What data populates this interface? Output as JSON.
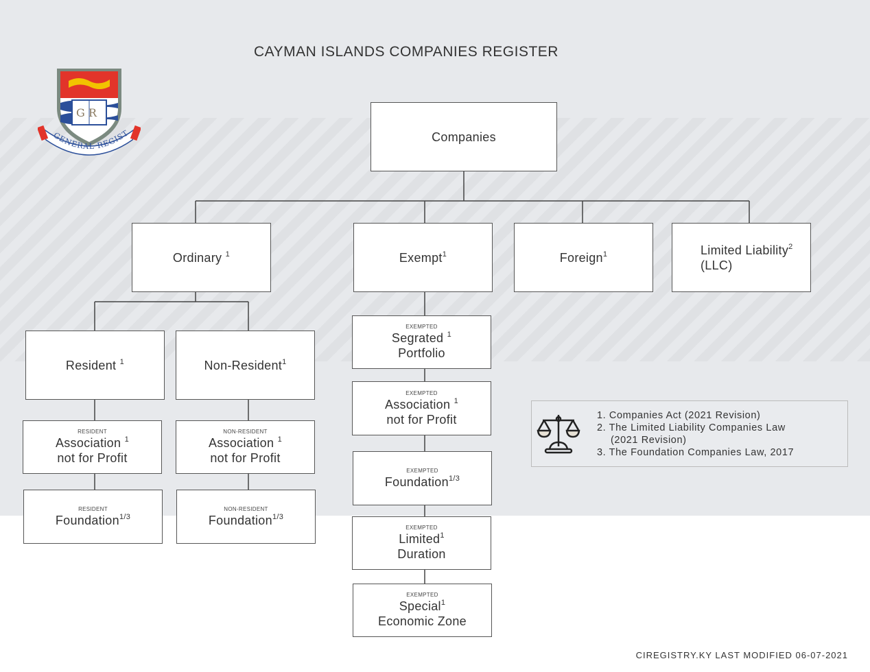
{
  "title": "CAYMAN ISLANDS COMPANIES REGISTER",
  "logo": {
    "initials": "GR",
    "motto": "GENERAL REGISTRY"
  },
  "nodes": {
    "companies": {
      "label": "Companies"
    },
    "ordinary": {
      "label": "Ordinary",
      "sup": "1"
    },
    "exempt": {
      "label": "Exempt",
      "sup": "1"
    },
    "foreign": {
      "label": "Foreign",
      "sup": "1"
    },
    "llc": {
      "label": "Limited Liability",
      "label2": "(LLC)",
      "sup": "2"
    },
    "resident": {
      "label": "Resident",
      "sup": "1"
    },
    "non_resident": {
      "label": "Non-Resident",
      "sup": "1"
    },
    "res_assoc": {
      "caption": "RESIDENT",
      "label": "Association",
      "label2": "not for Profit",
      "sup": "1"
    },
    "nr_assoc": {
      "caption": "NON-RESIDENT",
      "label": "Association",
      "label2": "not for Profit",
      "sup": "1"
    },
    "res_found": {
      "caption": "RESIDENT",
      "label": "Foundation",
      "sup": "1/3"
    },
    "nr_found": {
      "caption": "NON-RESIDENT",
      "label": "Foundation",
      "sup": "1/3"
    },
    "ex_seg": {
      "caption": "EXEMPTED",
      "label": "Segrated",
      "label2": "Portfolio",
      "sup": "1"
    },
    "ex_assoc": {
      "caption": "EXEMPTED",
      "label": "Association",
      "label2": "not for Profit",
      "sup": "1"
    },
    "ex_found": {
      "caption": "EXEMPTED",
      "label": "Foundation",
      "sup": "1/3"
    },
    "ex_ltd": {
      "caption": "EXEMPTED",
      "label": "Limited",
      "label2": "Duration",
      "sup": "1"
    },
    "ex_sez": {
      "caption": "EXEMPTED",
      "label": "Special",
      "label2": "Economic Zone",
      "sup": "1"
    }
  },
  "legend": {
    "items": [
      "1. Companies Act (2021 Revision)",
      "2. The Limited Liability Companies Law",
      "(2021 Revision)",
      "3. The Foundation Companies Law, 2017"
    ]
  },
  "footer": "CIREGISTRY.KY LAST MODIFIED 06-07-2021"
}
